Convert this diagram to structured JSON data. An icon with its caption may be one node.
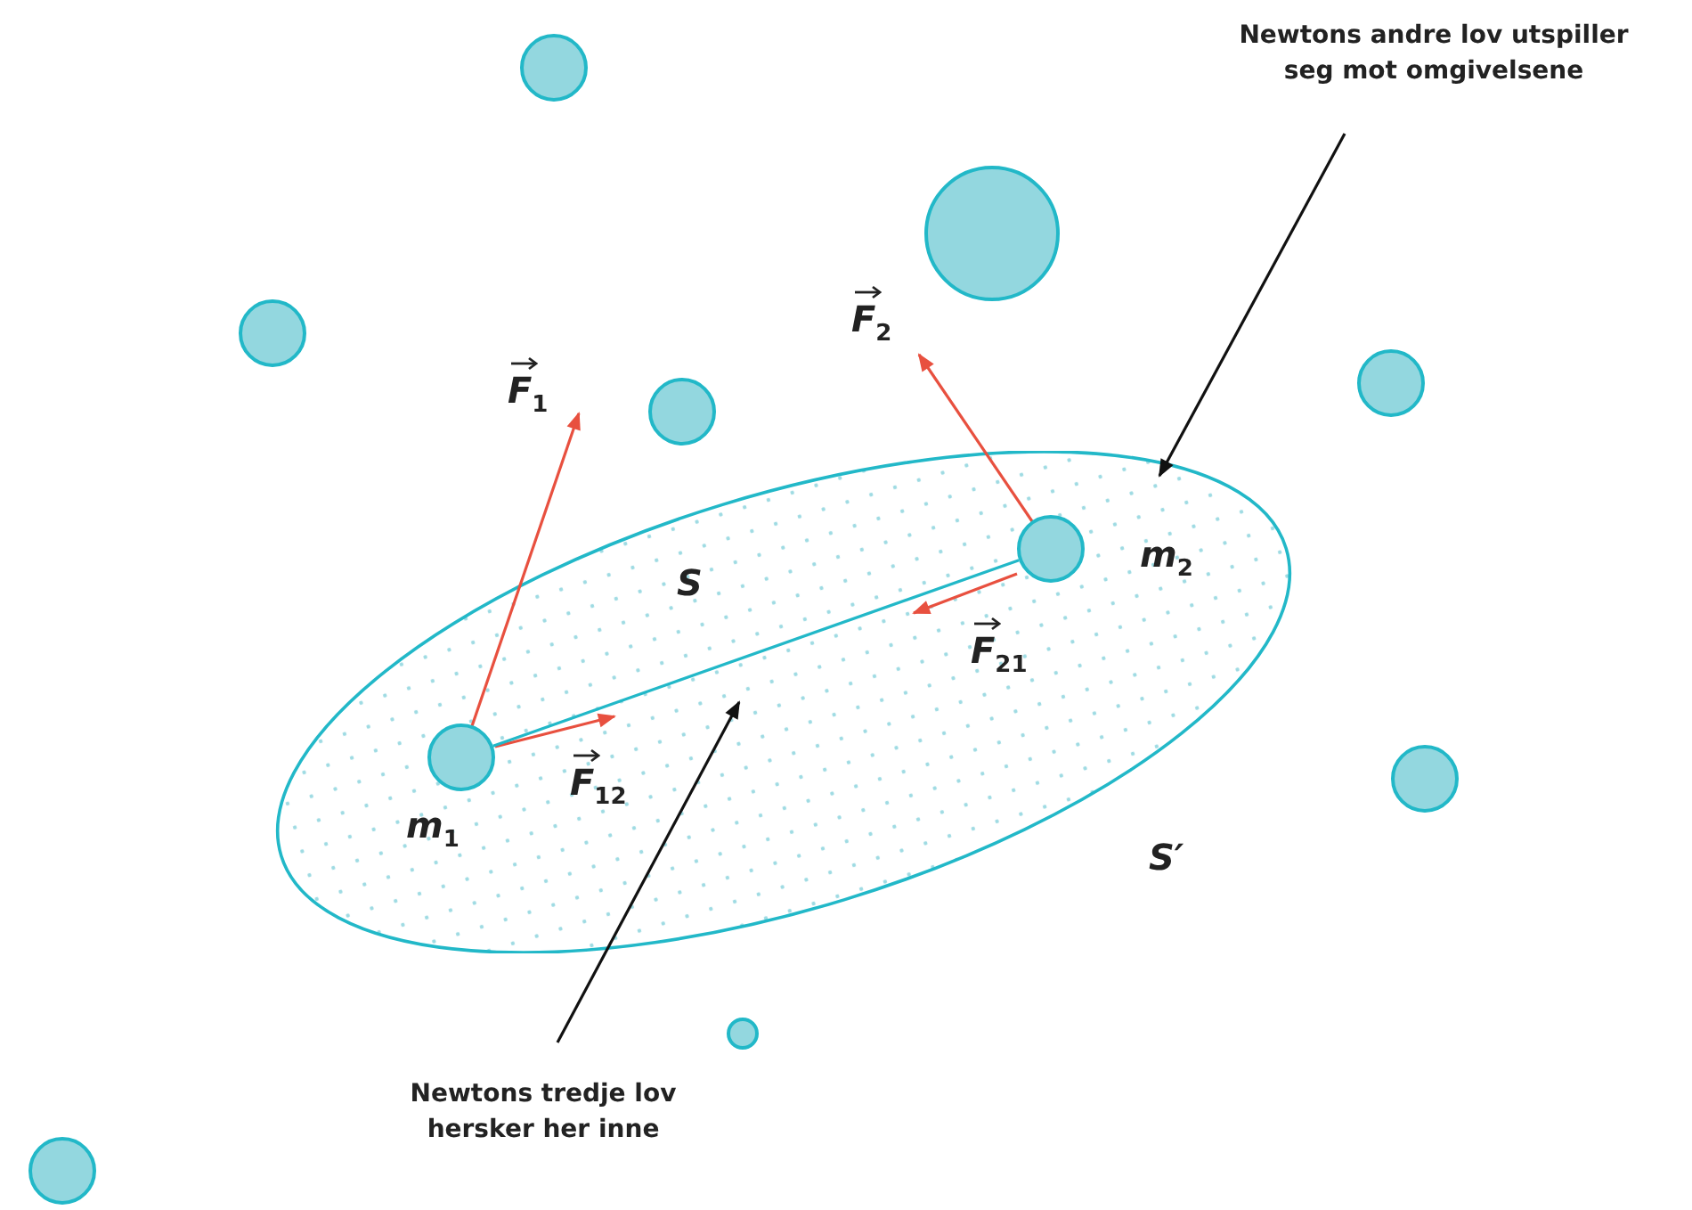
{
  "diagram": {
    "nodes": [
      {
        "text": [
          "S"
        ]
      },
      {
        "text": [],
        "shape": "circle",
        "in": 0,
        "beside": [
          "m$_{1}$"
        ]
      },
      {
        "text": [],
        "shape": "circle",
        "in": 0,
        "beside": [
          "m$_{2}$"
        ]
      },
      {
        "text": [],
        "shape": "circle"
      },
      {
        "text": [],
        "shape": "circle"
      },
      {
        "text": [],
        "shape": "circle"
      },
      {
        "text": [],
        "shape": "circle"
      },
      {
        "text": [],
        "shape": "circle"
      },
      {
        "text": [],
        "shape": "circle"
      },
      {
        "text": [],
        "shape": "circle"
      },
      {
        "text": [],
        "shape": "circle"
      },
      {
        "text": [
          "Newtons andre lov utspiller seg mot omgivelsene"
        ]
      },
      {
        "text": [
          "Newtons tredje lov hersker her inne"
        ]
      }
    ],
    "edges": [
      {
        "from": 1,
        "to": 2,
        "arrow": "none",
        "color": "#22b8c8"
      },
      {
        "from": 11,
        "to": 0,
        "arrow": "to"
      },
      {
        "from": 12,
        "to": 0,
        "arrow": "to"
      }
    ],
    "labels": [
      "F$_{2}$",
      "F$_{1}$",
      "F$_{21}$",
      "F$_{12}$",
      "S′"
    ]
  }
}
